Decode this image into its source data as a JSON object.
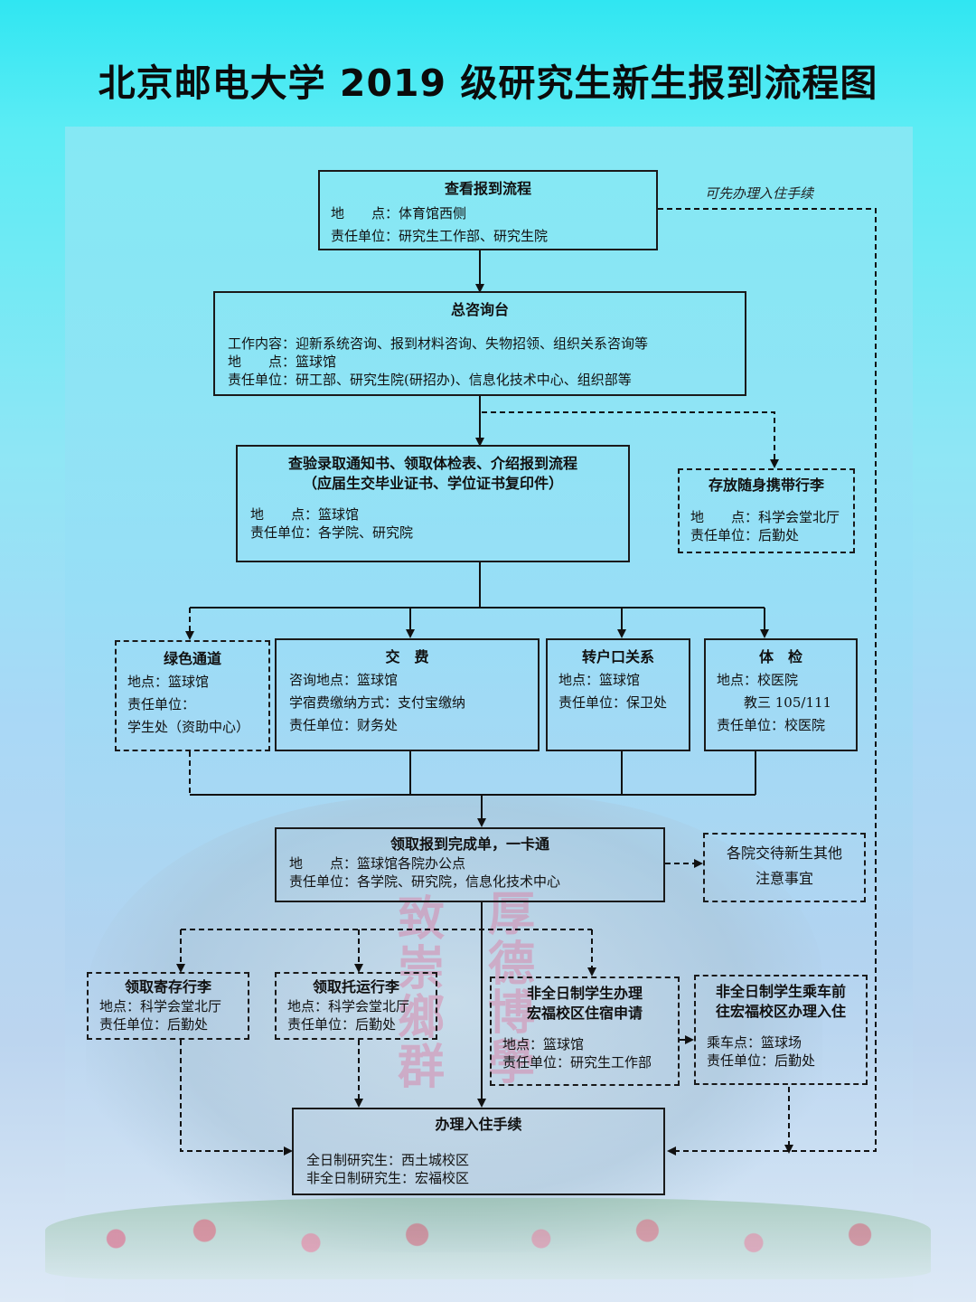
{
  "title": "北京邮电大学 2019 级研究生新生报到流程图",
  "note": "可先办理入住手续",
  "boxes": {
    "view_process": {
      "title": "查看报到流程",
      "lines": [
        "地　　点：体育馆西侧",
        "责任单位：研究生工作部、研究生院"
      ]
    },
    "consult": {
      "title": "总咨询台",
      "lines": [
        "工作内容：迎新系统咨询、报到材料咨询、失物招领、组织关系咨询等",
        "地　　点：篮球馆",
        "责任单位：研工部、研究生院(研招办)、信息化技术中心、组织部等"
      ]
    },
    "verify": {
      "title": "查验录取通知书、领取体检表、介绍报到流程",
      "subtitle": "（应届生交毕业证书、学位证书复印件）",
      "lines": [
        "地　　点：篮球馆",
        "责任单位：各学院、研究院"
      ]
    },
    "luggage": {
      "title": "存放随身携带行李",
      "lines": [
        "地　　点：科学会堂北厅",
        "责任单位：后勤处"
      ]
    },
    "green": {
      "title": "绿色通道",
      "lines": [
        "地点：篮球馆",
        "责任单位：",
        "学生处（资助中心）"
      ]
    },
    "fee": {
      "title": "交　费",
      "lines": [
        "咨询地点：篮球馆",
        "学宿费缴纳方式：支付宝缴纳",
        "责任单位：财务处"
      ]
    },
    "hukou": {
      "title": "转户口关系",
      "lines": [
        "地点：篮球馆",
        "责任单位：保卫处"
      ]
    },
    "medical": {
      "title": "体　检",
      "lines": [
        "地点：校医院",
        "　　教三 105/111",
        "责任单位：校医院"
      ]
    },
    "card": {
      "title": "领取报到完成单，一卡通",
      "lines": [
        "地　　点：篮球馆各院办公点",
        "责任单位：各学院、研究院，信息化技术中心"
      ]
    },
    "notice": {
      "lines": [
        "各院交待新生其他",
        "注意事宜"
      ]
    },
    "stored": {
      "title": "领取寄存行李",
      "lines": [
        "地点：科学会堂北厅",
        "责任单位：后勤处"
      ]
    },
    "shipped": {
      "title": "领取托运行李",
      "lines": [
        "地点：科学会堂北厅",
        "责任单位：后勤处"
      ]
    },
    "parttime_apply": {
      "title": "非全日制学生办理",
      "subtitle": "宏福校区住宿申请",
      "lines": [
        "地点：篮球馆",
        "责任单位：研究生工作部"
      ]
    },
    "parttime_bus": {
      "title": "非全日制学生乘车前",
      "subtitle": "往宏福校区办理入住",
      "lines": [
        "乘车点：篮球场",
        "责任单位：后勤处"
      ]
    },
    "checkin": {
      "title": "办理入住手续",
      "lines": [
        "全日制研究生：西土城校区",
        "非全日制研究生：宏福校区"
      ]
    }
  },
  "watermark": [
    "致",
    "崇",
    "鄉",
    "群",
    "厚",
    "德",
    "博",
    "學"
  ]
}
